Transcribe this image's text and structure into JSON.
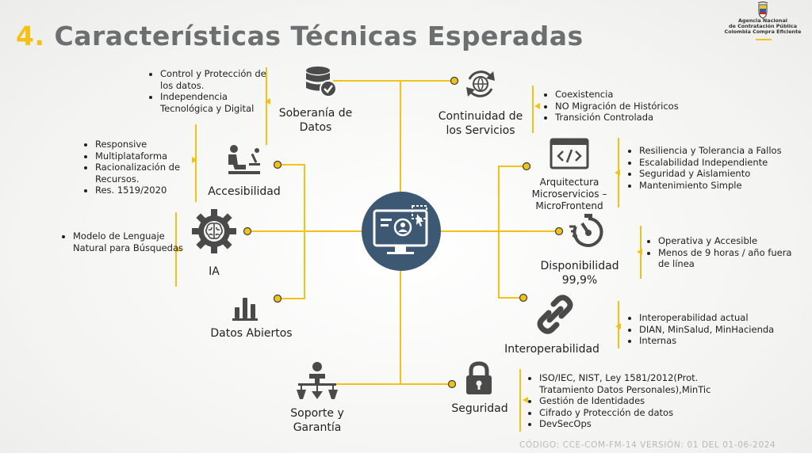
{
  "title": {
    "number": "4.",
    "text": "Características Técnicas Esperadas"
  },
  "logo": {
    "line1": "Agencia Nacional",
    "line2": "de Contratación Pública",
    "line3": "Colombia Compra Eficiente"
  },
  "nodes": {
    "soberania": {
      "label_1": "Soberanía de",
      "label_2": "Datos",
      "bullets": [
        "Control y Protección de los datos.",
        "Independencia Tecnológica y Digital"
      ]
    },
    "continuidad": {
      "label_1": "Continuidad de",
      "label_2": "los Servicios",
      "bullets": [
        "Coexistencia",
        "NO Migración de Históricos",
        "Transición Controlada"
      ]
    },
    "accesibilidad": {
      "label_1": "Accesibilidad",
      "bullets": [
        "Responsive",
        "Multiplataforma",
        "Racionalización de Recursos.",
        "Res. 1519/2020"
      ]
    },
    "arquitectura": {
      "label_1": "Arquitectura",
      "label_2": "Microservicios –",
      "label_3": "MicroFrontend",
      "bullets": [
        "Resiliencia y Tolerancia a Fallos",
        "Escalabilidad Independiente",
        "Seguridad y Aislamiento",
        "Mantenimiento Simple"
      ]
    },
    "ia": {
      "label_1": "IA",
      "bullets": [
        "Modelo de Lenguaje Natural para Búsquedas"
      ]
    },
    "disponibilidad": {
      "label_1": "Disponibilidad",
      "label_2": "99,9%",
      "bullets": [
        "Operativa y Accesible",
        "Menos de 9 horas / año fuera de línea"
      ]
    },
    "datos_abiertos": {
      "label_1": "Datos Abiertos"
    },
    "interoperabilidad": {
      "label_1": "Interoperabilidad",
      "bullets": [
        "Interoperabilidad actual",
        "DIAN, MinSalud, MinHacienda",
        "Internas"
      ]
    },
    "soporte": {
      "label_1": "Soporte y",
      "label_2": "Garantía"
    },
    "seguridad": {
      "label_1": "Seguridad",
      "bullets": [
        "ISO/IEC,  NIST, Ley 1581/2012(Prot. Tratamiento Datos Personales),MinTic",
        "Gestión de Identidades",
        "Cifrado y Protección de datos",
        "DevSecOps"
      ]
    }
  },
  "footer": {
    "code": "CÓDIGO: CCE-COM-FM-14 VERSIÓN: 01 DEL 01-06-2024"
  },
  "colors": {
    "accent": "#f2c218",
    "hub": "#3d5873",
    "icon": "#4a4a4a",
    "title": "#6d6e70"
  },
  "icons": [
    "database-check-icon",
    "refresh-globe-icon",
    "person-desk-icon",
    "code-window-icon",
    "brain-gear-icon",
    "stopwatch-icon",
    "bar-chart-icon",
    "chain-link-icon",
    "support-person-icon",
    "padlock-icon",
    "monitor-user-icon"
  ]
}
